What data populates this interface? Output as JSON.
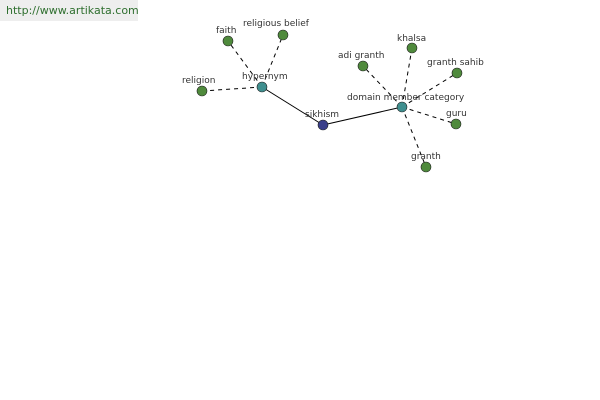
{
  "site_url": "http://www.artikata.com",
  "colors": {
    "leaf": "#4f8a3c",
    "relation": "#3f8f8f",
    "root": "#3a3f8a"
  },
  "nodes": [
    {
      "id": "sikhism",
      "label": "sikhism",
      "kind": "root"
    },
    {
      "id": "hypernym",
      "label": "hypernym",
      "kind": "relation"
    },
    {
      "id": "domain",
      "label": "domain member category",
      "kind": "relation"
    },
    {
      "id": "faith",
      "label": "faith",
      "kind": "leaf"
    },
    {
      "id": "religious-belief",
      "label": "religious belief",
      "kind": "leaf"
    },
    {
      "id": "religion",
      "label": "religion",
      "kind": "leaf"
    },
    {
      "id": "adi-granth",
      "label": "adi granth",
      "kind": "leaf"
    },
    {
      "id": "khalsa",
      "label": "khalsa",
      "kind": "leaf"
    },
    {
      "id": "granth-sahib",
      "label": "granth sahib",
      "kind": "leaf"
    },
    {
      "id": "guru",
      "label": "guru",
      "kind": "leaf"
    },
    {
      "id": "granth",
      "label": "granth",
      "kind": "leaf"
    }
  ],
  "edges": [
    {
      "from": "sikhism",
      "to": "hypernym",
      "style": "solid"
    },
    {
      "from": "sikhism",
      "to": "domain",
      "style": "solid"
    },
    {
      "from": "hypernym",
      "to": "faith",
      "style": "dashed"
    },
    {
      "from": "hypernym",
      "to": "religious-belief",
      "style": "dashed"
    },
    {
      "from": "hypernym",
      "to": "religion",
      "style": "dashed"
    },
    {
      "from": "domain",
      "to": "adi-granth",
      "style": "dashed"
    },
    {
      "from": "domain",
      "to": "khalsa",
      "style": "dashed"
    },
    {
      "from": "domain",
      "to": "granth-sahib",
      "style": "dashed"
    },
    {
      "from": "domain",
      "to": "guru",
      "style": "dashed"
    },
    {
      "from": "domain",
      "to": "granth",
      "style": "dashed"
    }
  ]
}
